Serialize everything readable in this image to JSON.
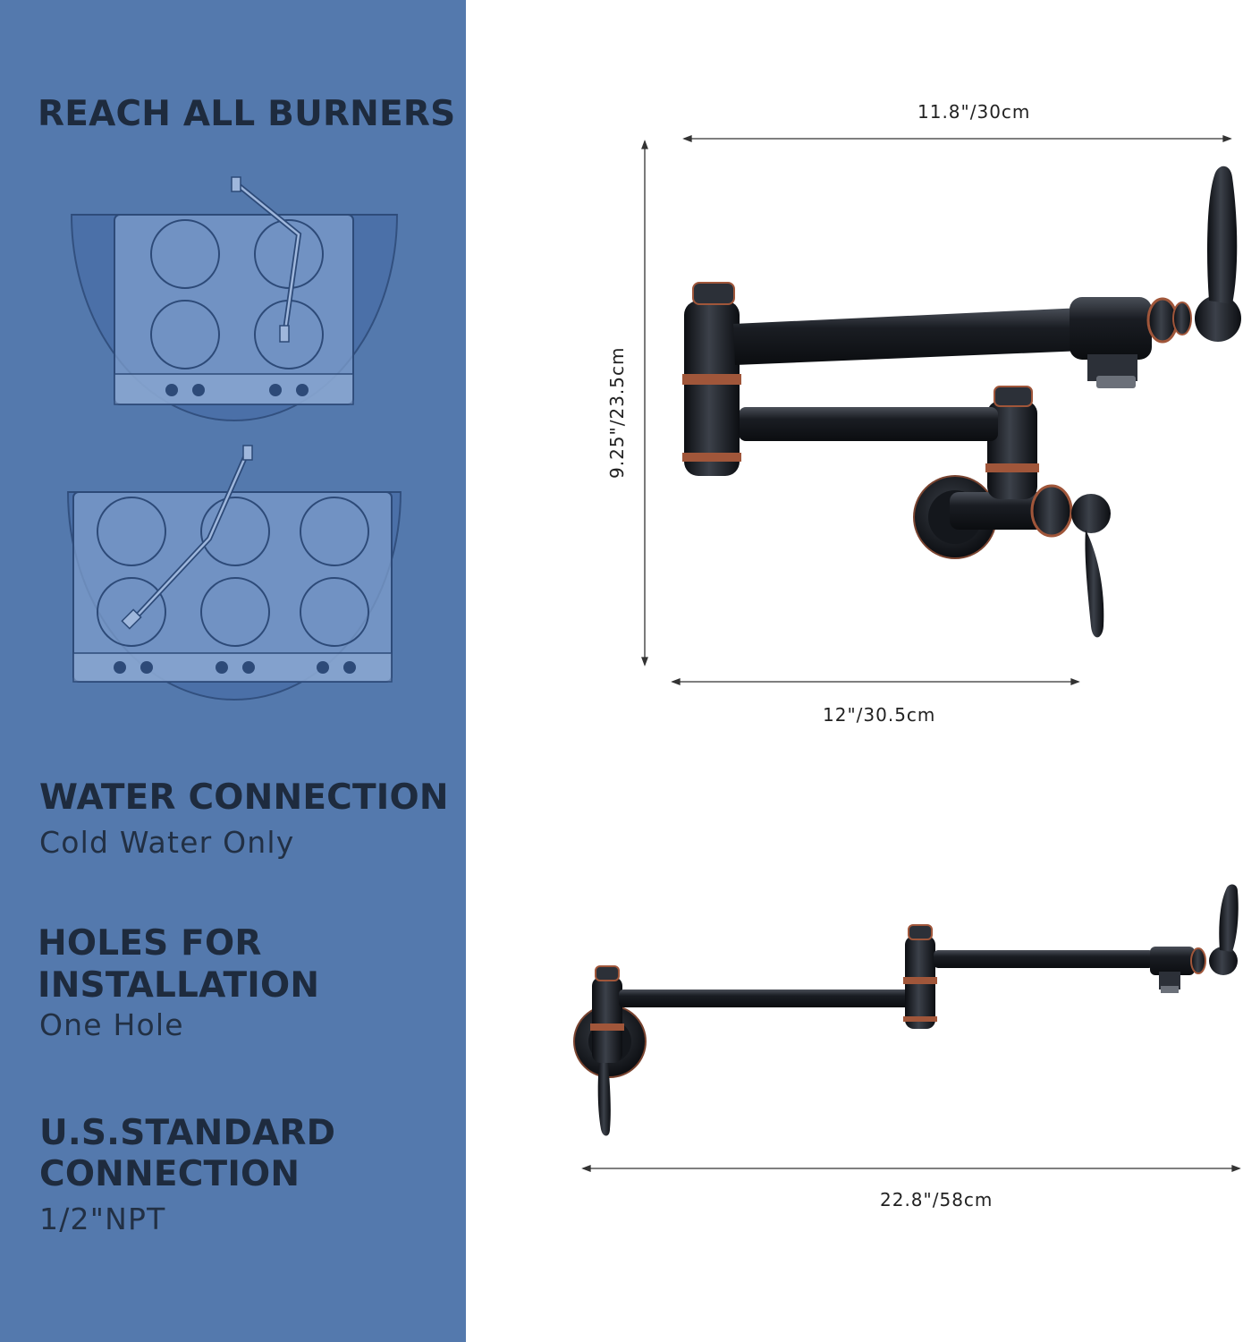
{
  "features": {
    "reach": {
      "title": "REACH ALL BURNERS"
    },
    "water": {
      "title": "WATER CONNECTION",
      "detail": "Cold Water Only"
    },
    "holes": {
      "title_line1": "HOLES FOR",
      "title_line2": "INSTALLATION",
      "detail": "One Hole"
    },
    "standard": {
      "title_line1": "U.S.STANDARD",
      "title_line2": "CONNECTION",
      "detail": "1/2\"NPT"
    }
  },
  "dimensions": {
    "top_width": "11.8\"/30cm",
    "height": "9.25\"/23.5cm",
    "bottom_width": "12\"/30.5cm",
    "extended_length": "22.8\"/58cm"
  },
  "colors": {
    "panel": "#5479ad",
    "heading_text": "#1e2b3e",
    "faucet_body": "#15191f",
    "copper_accent": "#a0563a"
  },
  "icons": {
    "stove4": "four-burner-stove-icon",
    "stove6": "six-burner-stove-icon",
    "faucet_folded": "pot-filler-faucet-folded",
    "faucet_extended": "pot-filler-faucet-extended"
  }
}
